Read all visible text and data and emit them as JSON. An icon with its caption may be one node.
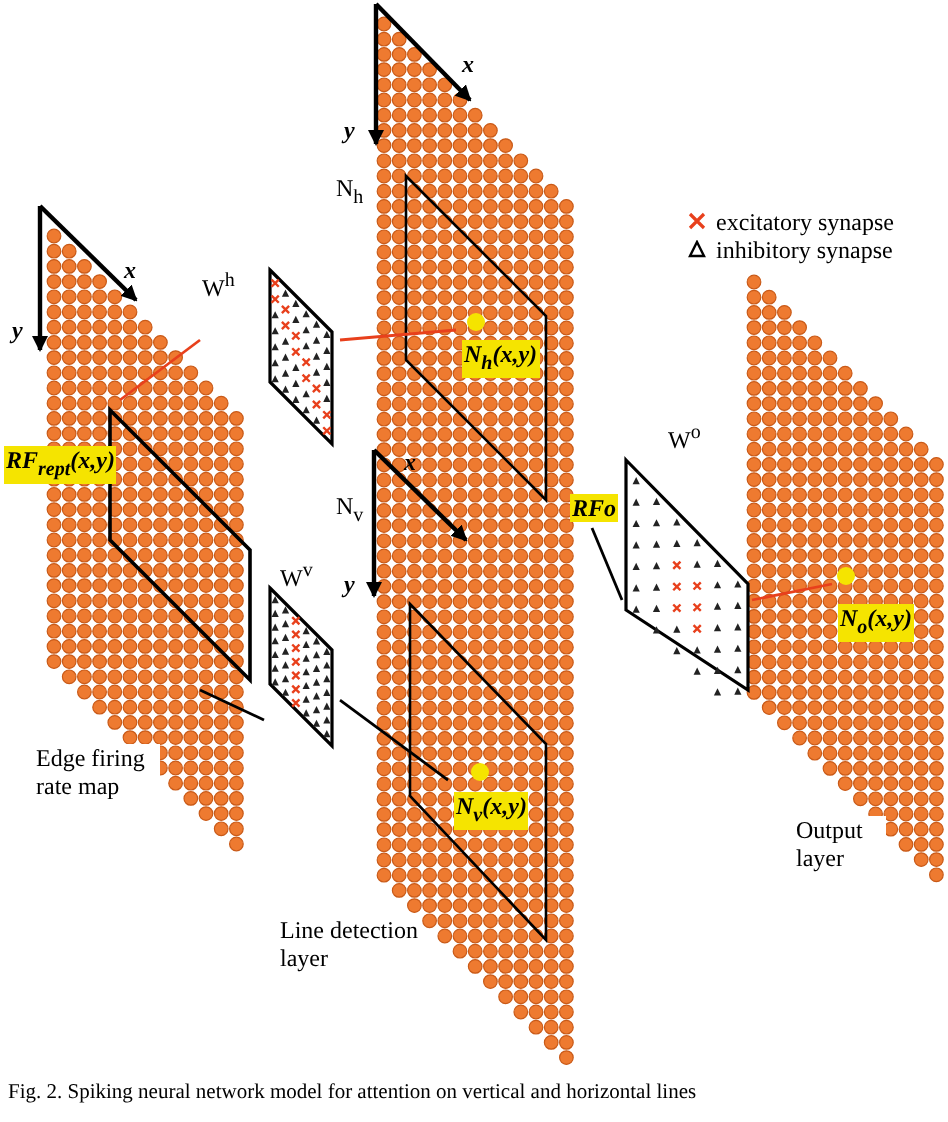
{
  "diagram": {
    "caption": "Fig. 2. Spiking neural network model for attention on vertical and horizontal lines",
    "nodes": [
      {
        "text": [
          "RF$_{rept}$(x,y)"
        ]
      },
      {
        "text": [
          "W$^{h}$"
        ]
      },
      {
        "text": [
          "N$_{h}$(x,y)"
        ]
      },
      {
        "text": [
          "W$^{v}$"
        ]
      },
      {
        "text": [
          "N$_{v}$(x,y)"
        ]
      },
      {
        "text": [
          "RFo"
        ]
      },
      {
        "text": [
          "W$^{o}$"
        ]
      },
      {
        "text": [
          "N$_{o}$(x,y)"
        ]
      }
    ],
    "edges": [
      {
        "from": 0,
        "to": 1,
        "arrow": "none",
        "color": "#e8401c"
      },
      {
        "from": 1,
        "to": 2,
        "arrow": "none",
        "color": "#e8401c"
      },
      {
        "from": 0,
        "to": 3,
        "arrow": "none",
        "color": "#000000"
      },
      {
        "from": 3,
        "to": 4,
        "arrow": "none",
        "color": "#000000"
      },
      {
        "from": 5,
        "to": 6,
        "arrow": "none",
        "color": "#000000"
      },
      {
        "from": 6,
        "to": 7,
        "arrow": "none",
        "color": "#e8401c"
      }
    ],
    "labels": [
      "x",
      "y",
      "N$_{h}$",
      "x",
      "y",
      "N$_{v}$",
      "x",
      "y",
      "Edge firing rate map",
      "Output layer",
      "Line detection layer"
    ],
    "legend": [
      {
        "text": "excitatory synapse"
      },
      {
        "text": "inhibitory synapse"
      }
    ]
  }
}
